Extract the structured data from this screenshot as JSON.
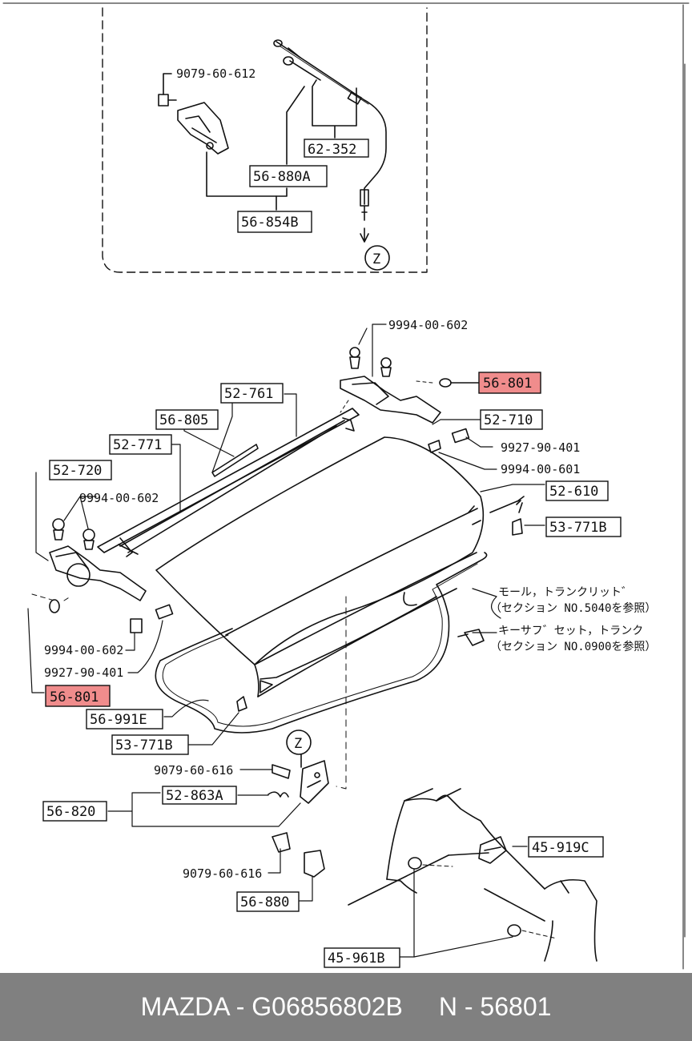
{
  "labels": {
    "l_9079_60_612": "9079-60-612",
    "l_62_352": "62-352",
    "l_56_880A": "56-880A",
    "l_56_854B": "56-854B",
    "l_Z1": "Z",
    "l_9994_00_602_top": "9994-00-602",
    "l_56_801_right": "56-801",
    "l_52_761": "52-761",
    "l_56_805": "56-805",
    "l_52_710": "52-710",
    "l_52_771": "52-771",
    "l_9927_90_401_right": "9927-90-401",
    "l_9994_00_601": "9994-00-601",
    "l_52_720": "52-720",
    "l_9994_00_602_left": "9994-00-602",
    "l_52_610": "52-610",
    "l_53_771B_right": "53-771B",
    "l_jp_mould": "モール，トランクリット゛",
    "l_jp_sec5040": "（セクション NO.5040を参照）",
    "l_jp_keyset": "キーサフ゛セット，トランク",
    "l_jp_sec0900": "（セクション NO.0900を参照）",
    "l_9994_00_602_low": "9994-00-602",
    "l_9927_90_401_low": "9927-90-401",
    "l_56_801_left": "56-801",
    "l_56_991E": "56-991E",
    "l_53_771B_left": "53-771B",
    "l_Z2": "Z",
    "l_9079_60_616_a": "9079-60-616",
    "l_52_863A": "52-863A",
    "l_56_820": "56-820",
    "l_45_919C": "45-919C",
    "l_9079_60_616_b": "9079-60-616",
    "l_56_880": "56-880",
    "l_45_961B": "45-961B"
  },
  "colors": {
    "highlight": "#f08c8c",
    "line": "#111111",
    "footer_bg": "#808080",
    "footer_text": "#ffffff"
  },
  "footer": {
    "brand_part": "MAZDA - G06856802B",
    "ref": "N - 56801"
  }
}
